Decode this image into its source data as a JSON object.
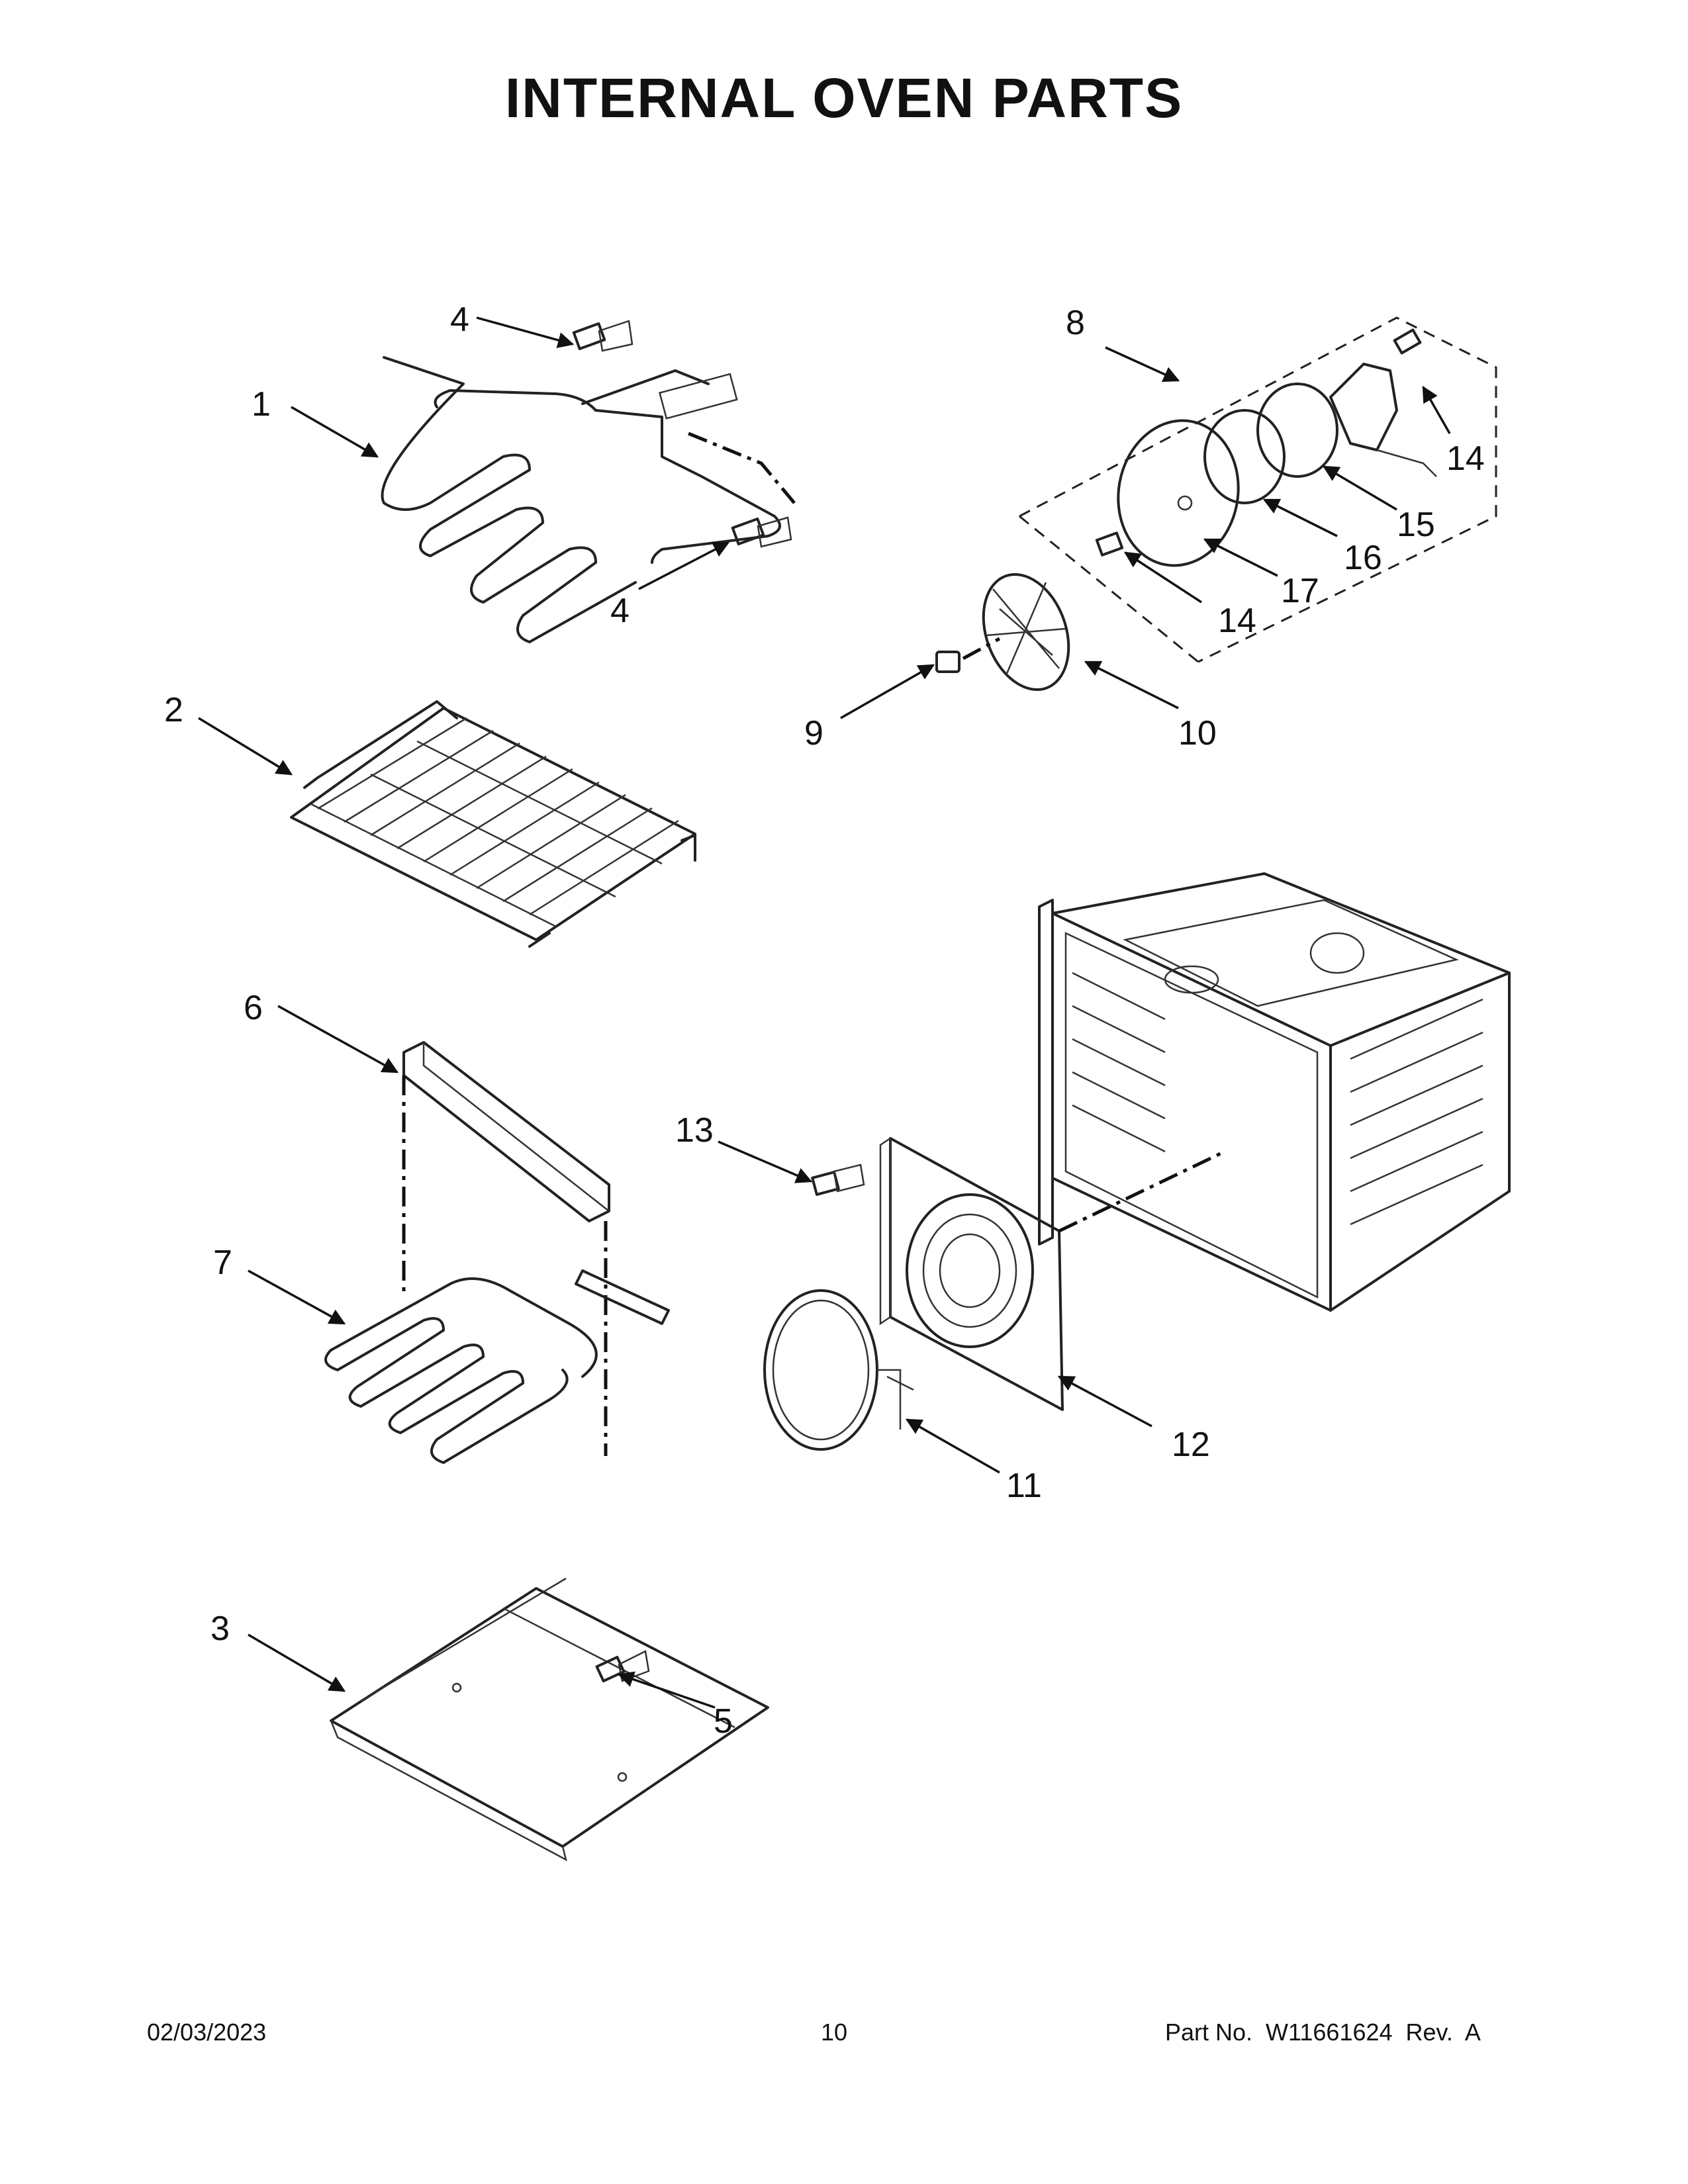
{
  "page": {
    "title": "INTERNAL OVEN PARTS",
    "footer": {
      "date": "02/03/2023",
      "page_number": "10",
      "part_number": "Part No.  W11661624  Rev.  A"
    }
  },
  "callouts": [
    "1",
    "2",
    "3",
    "4",
    "4",
    "5",
    "6",
    "7",
    "8",
    "9",
    "10",
    "11",
    "12",
    "13",
    "14",
    "14",
    "15",
    "16",
    "17"
  ],
  "colors": {
    "ink": "#111111",
    "background": "#ffffff"
  }
}
